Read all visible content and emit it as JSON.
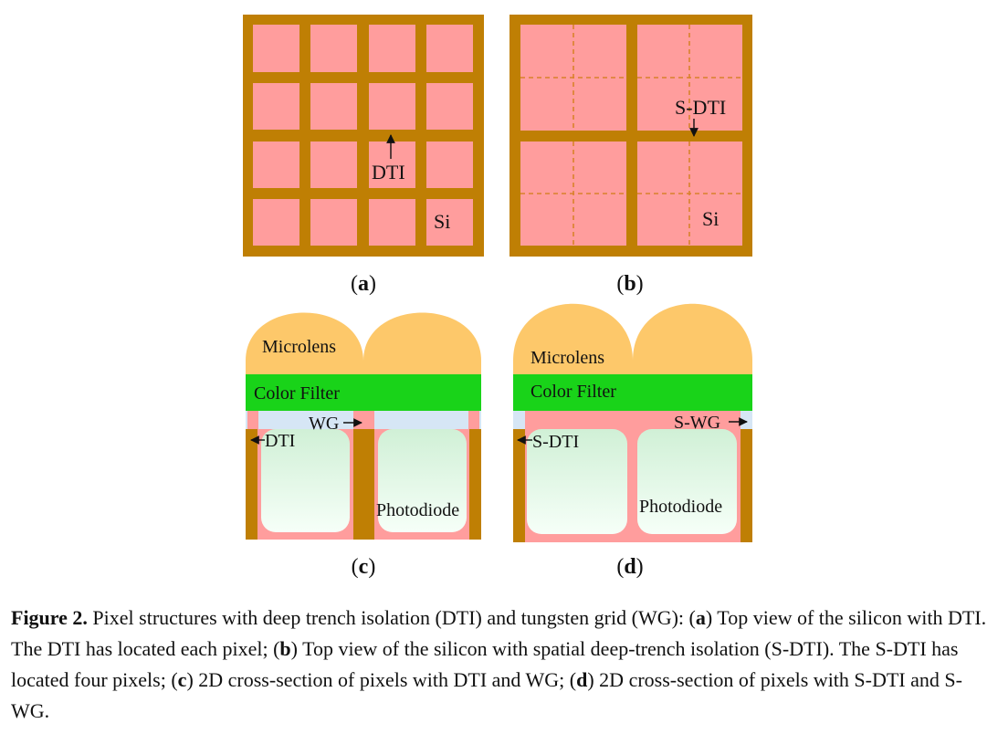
{
  "colors": {
    "si": "#FF9D9D",
    "dti": "#BF7F04",
    "sdti_dash": "#D9822B",
    "microlens": "#FDC86A",
    "color_filter": "#19D319",
    "wg_gap": "#D6E6F5",
    "photodiode_top": "#D0F0D6",
    "photodiode_bottom": "#F6FFF8"
  },
  "panel_a": {
    "label_open": "(",
    "label_letter": "a",
    "label_close": ")",
    "dti_label": "DTI",
    "si_label": "Si"
  },
  "panel_b": {
    "label_open": "(",
    "label_letter": "b",
    "label_close": ")",
    "sdti_label": "S-DTI",
    "si_label": "Si"
  },
  "panel_c": {
    "label_open": "(",
    "label_letter": "c",
    "label_close": ")",
    "microlens_label": "Microlens",
    "color_filter_label": "Color Filter",
    "wg_label": "WG",
    "dti_label": "DTI",
    "photodiode_label": "Photodiode"
  },
  "panel_d": {
    "label_open": "(",
    "label_letter": "d",
    "label_close": ")",
    "microlens_label": "Microlens",
    "color_filter_label": "Color Filter",
    "swg_label": "S-WG",
    "sdti_label": "S-DTI",
    "photodiode_label": "Photodiode"
  },
  "caption": {
    "figure_number": "Figure 2.",
    "t1": " Pixel structures with deep trench isolation (DTI) and tungsten grid (WG): (",
    "a": "a",
    "t2": ") Top view of the silicon with DTI. The DTI has located each pixel; (",
    "b": "b",
    "t3": ") Top view of the silicon with spatial deep-trench isolation (S-DTI). The S-DTI has located four pixels; (",
    "c": "c",
    "t4": ") 2D cross-section of pixels with DTI and WG; (",
    "d": "d",
    "t5": ") 2D cross-section of pixels with S-DTI and S-WG."
  }
}
